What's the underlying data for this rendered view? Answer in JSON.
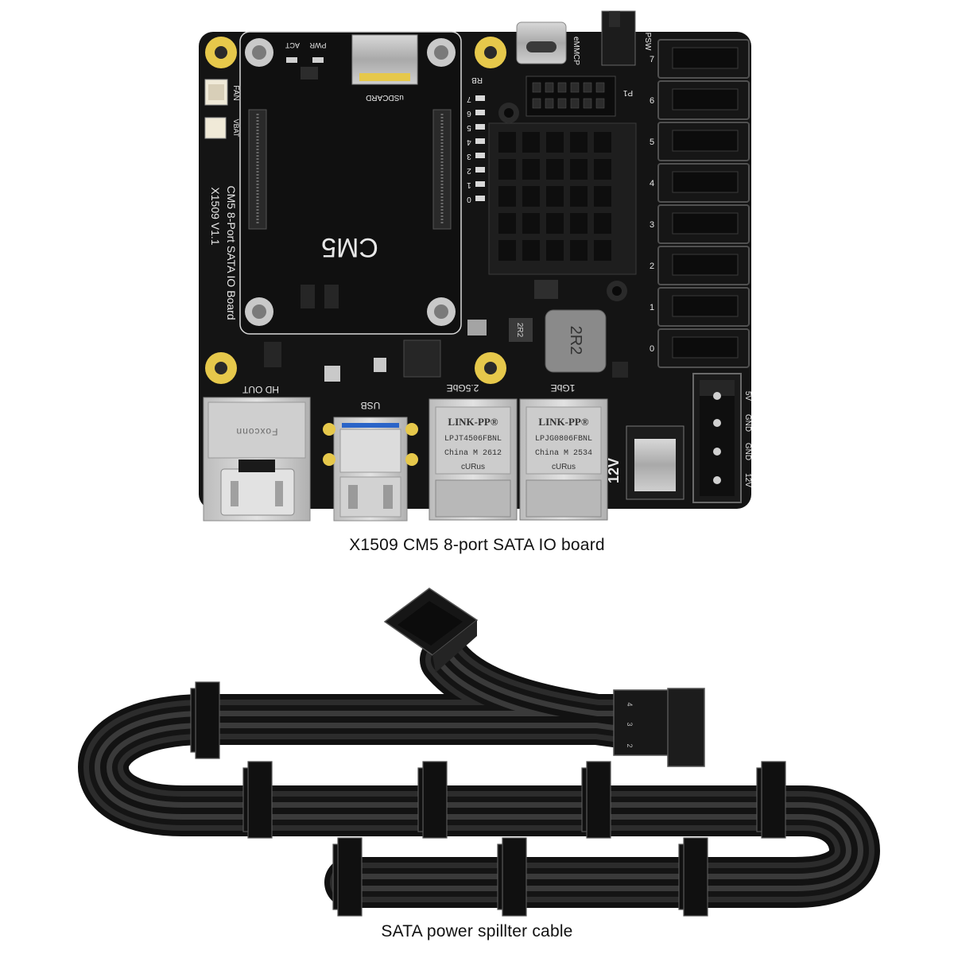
{
  "board": {
    "caption": "X1509 CM5 8-port SATA IO board",
    "module_label": "CM5",
    "board_name": "CM5 8-Port SATA IO Board",
    "board_version": "X1509 V1.1",
    "silkscreen": {
      "hd_out": "HD OUT",
      "usb": "USB",
      "eth_25": "2.5GbE",
      "eth_1": "1GbE",
      "fan": "FAN",
      "vbat": "VBAT",
      "act": "ACT",
      "pwr": "PWR",
      "usdcard": "uSDCARD",
      "emmcp": "eMMCP",
      "psw": "PSW",
      "rb": "RB",
      "p1": "P1",
      "inductor": "2R2",
      "power_in": "12V"
    },
    "sata_port_numbers": [
      "7",
      "6",
      "5",
      "4",
      "3",
      "2",
      "1",
      "0"
    ],
    "led_numbers": [
      "7",
      "6",
      "5",
      "4",
      "3",
      "2",
      "1",
      "0"
    ],
    "molex_pins": [
      "5V",
      "GND",
      "GND",
      "12V"
    ],
    "hdmi_brand": "Foxconn",
    "jack_25": {
      "brand": "LINK-PP®",
      "model": "LPJT4506FBNL",
      "origin": "China M 2612",
      "mark": "cURus"
    },
    "jack_1": {
      "brand": "LINK-PP®",
      "model": "LPJG0806FBNL",
      "origin": "China M 2534",
      "mark": "cURus"
    }
  },
  "cable": {
    "caption": "SATA power spillter cable",
    "pin_numbers": [
      "4",
      "3",
      "2"
    ]
  },
  "colors": {
    "pcb": "#141414",
    "gold_pad": "#e6c84b",
    "silkscreen": "#e8e8e8",
    "heatsink": "#1e1e1e",
    "metal": "#bdbdbd",
    "usb_blue": "#2a64c8",
    "cable": "#1a1a1a"
  }
}
